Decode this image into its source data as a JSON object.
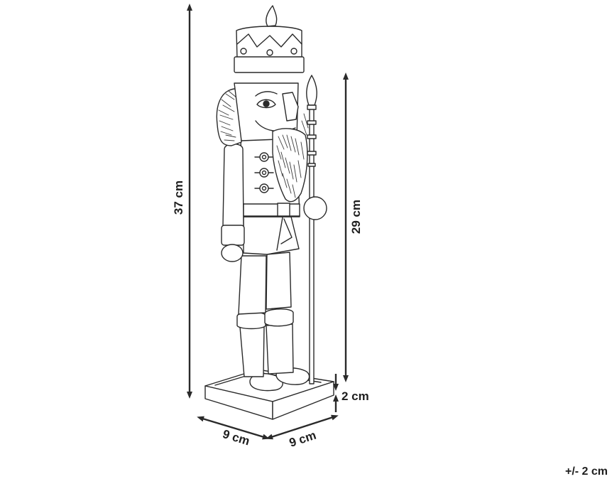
{
  "dimensions": {
    "total_height": "37 cm",
    "figure_height": "29 cm",
    "base_height": "2 cm",
    "base_depth": "9 cm",
    "base_width": "9 cm"
  },
  "tolerance": "+/- 2 cm",
  "colors": {
    "ink": "#2a2a2a",
    "background": "#ffffff"
  }
}
